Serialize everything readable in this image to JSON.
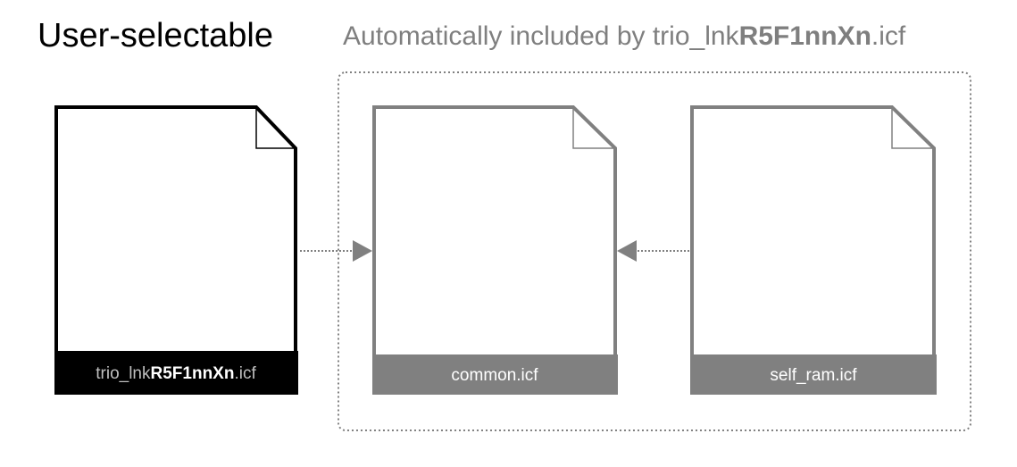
{
  "title": "User-selectable",
  "subtitle": {
    "prefix": "Automatically included by trio_lnk",
    "bold": "R5F1nnXn",
    "suffix": ".icf"
  },
  "files": [
    {
      "label_prefix": "trio_lnk",
      "label_bold": "R5F1nnXn",
      "label_suffix": ".icf",
      "color": "#000000"
    },
    {
      "label": "common.icf",
      "color": "#808080"
    },
    {
      "label": "self_ram.icf",
      "color": "#808080"
    }
  ],
  "colors": {
    "user": "#000000",
    "auto": "#808080",
    "subtitle": "#7f7f7f"
  }
}
